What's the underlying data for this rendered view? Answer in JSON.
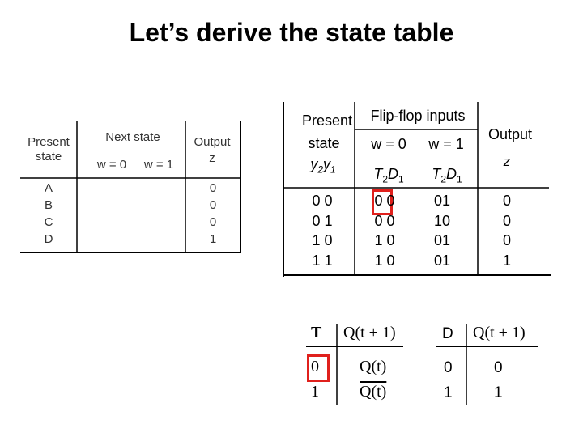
{
  "title": "Let’s derive the state table",
  "table1": {
    "h_present_1": "Present",
    "h_present_2": "state",
    "h_next": "Next state",
    "h_w0": "w = 0",
    "h_w1": "w = 1",
    "h_output_1": "Output",
    "h_output_2": "z",
    "states": [
      "A",
      "B",
      "C",
      "D"
    ],
    "outputs": [
      "0",
      "0",
      "0",
      "1"
    ]
  },
  "table2": {
    "h_present": "Present",
    "h_state": "state",
    "h_y2": "y",
    "h_y2_sub": "2",
    "h_y1": "y",
    "h_y1_sub": "1",
    "h_flipflop": "Flip-flop inputs",
    "h_w0": "w =  0",
    "h_w1": "w =  1",
    "h_t2": "T",
    "h_t2_sub": "2",
    "h_d1": "D",
    "h_d1_sub": "1",
    "h_output": "Output",
    "h_z": "z",
    "present": [
      "0 0",
      "0 1",
      "1 0",
      "1 1"
    ],
    "w0": [
      "0 0",
      "0 0",
      "1 0",
      "1 0"
    ],
    "w1": [
      "01",
      "10",
      "01",
      "01"
    ],
    "z": [
      "0",
      "0",
      "0",
      "1"
    ]
  },
  "t_table": {
    "h_t": "T",
    "h_q_next": "Q(t + 1)",
    "rows": [
      {
        "t": "0",
        "q": "Q(t)"
      },
      {
        "t": "1",
        "q": "Q(t)"
      }
    ]
  },
  "d_table": {
    "h_d": "D",
    "h_q_next": "Q(t + 1)",
    "rows": [
      {
        "d": "0",
        "q": "0"
      },
      {
        "d": "1",
        "q": "1"
      }
    ]
  },
  "colors": {
    "highlight": "#e0201c",
    "border": "#000000"
  }
}
